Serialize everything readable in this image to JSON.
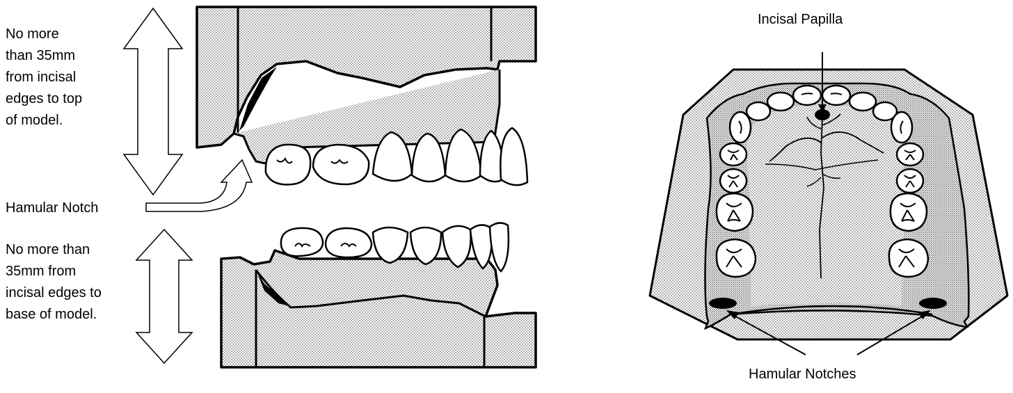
{
  "labels": {
    "top_measure": [
      "No more",
      "than 35mm",
      "from incisal",
      "edges to top",
      "of model."
    ],
    "bottom_measure": [
      "No more than",
      "35mm from",
      "incisal edges to",
      "base of model."
    ],
    "hamular_notch": "Hamular Notch",
    "incisal_papilla": "Incisal Papilla",
    "hamular_notches": "Hamular Notches"
  },
  "colors": {
    "stroke": "#000000",
    "fill_stipple": "#d6d6d6",
    "fill_dark_stipple": "#bdbdbd",
    "background": "#ffffff"
  }
}
